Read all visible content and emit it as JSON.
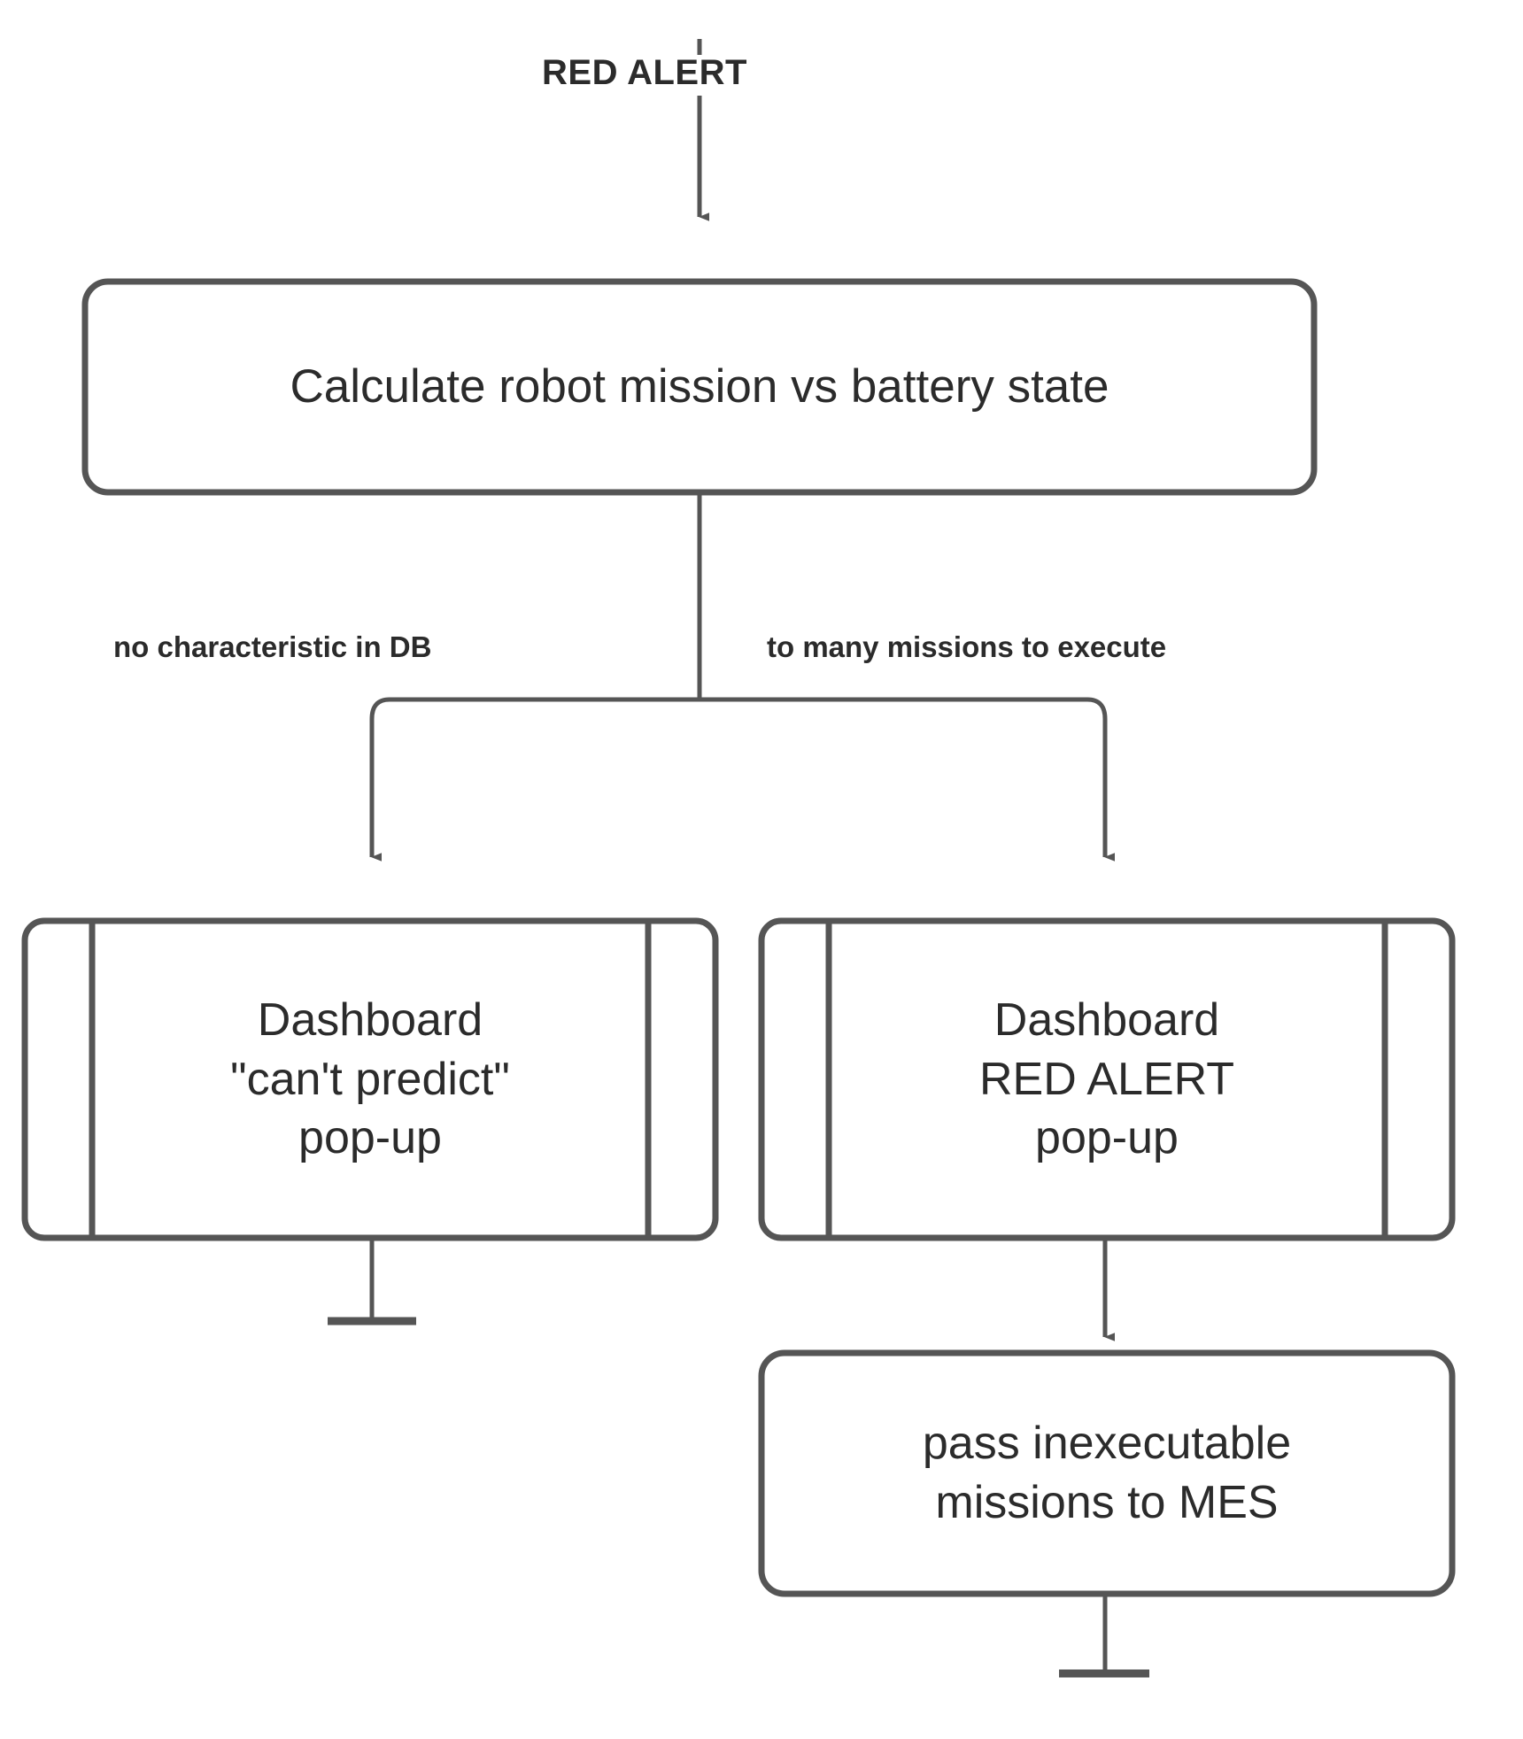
{
  "diagram": {
    "title": "RED ALERT robot mission vs battery state flow",
    "stroke_color": "#555555",
    "text_color": "#2b2b2b",
    "background": "#ffffff",
    "start_label": "RED ALERT",
    "nodes": {
      "calculate": {
        "id": "calculate",
        "shape": "process-rounded",
        "label": "Calculate robot mission vs battery state"
      },
      "dashboard_cant_predict": {
        "id": "dashboard_cant_predict",
        "shape": "subroutine-rounded",
        "label": "Dashboard\n\"can't predict\"\npop-up"
      },
      "dashboard_red_alert": {
        "id": "dashboard_red_alert",
        "shape": "subroutine-rounded",
        "label": "Dashboard\nRED ALERT\npop-up"
      },
      "pass_inexecutable": {
        "id": "pass_inexecutable",
        "shape": "process-rounded",
        "label": "pass inexecutable\nmissions to MES"
      }
    },
    "edges": [
      {
        "id": "start-to-calculate",
        "from": "start",
        "to": "calculate",
        "label": ""
      },
      {
        "id": "calculate-to-left",
        "from": "calculate",
        "to": "dashboard_cant_predict",
        "label": "no characteristic in DB"
      },
      {
        "id": "calculate-to-right",
        "from": "calculate",
        "to": "dashboard_red_alert",
        "label": "to many missions to execute"
      },
      {
        "id": "left-to-end",
        "from": "dashboard_cant_predict",
        "to": "end-left",
        "label": ""
      },
      {
        "id": "right-to-pass",
        "from": "dashboard_red_alert",
        "to": "pass_inexecutable",
        "label": ""
      },
      {
        "id": "pass-to-end",
        "from": "pass_inexecutable",
        "to": "end-right",
        "label": ""
      }
    ],
    "terminators": [
      {
        "id": "end-left",
        "shape": "t-bar"
      },
      {
        "id": "end-right",
        "shape": "t-bar"
      }
    ]
  }
}
